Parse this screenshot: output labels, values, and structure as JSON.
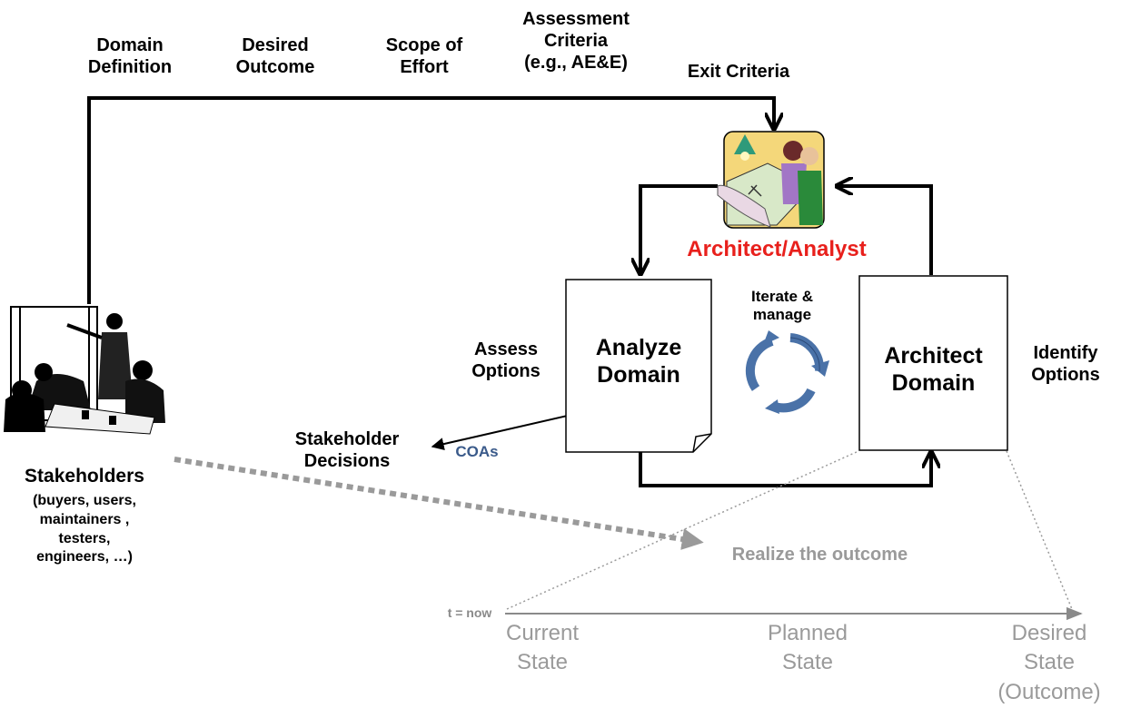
{
  "inputs": {
    "domain_definition": "Domain\nDefinition",
    "desired_outcome": "Desired\nOutcome",
    "scope_of_effort": "Scope of\nEffort",
    "assessment_criteria": "Assessment\nCriteria\n(e.g., AE&E)",
    "exit_criteria": "Exit Criteria"
  },
  "architect": {
    "label": "Architect/Analyst",
    "color": "#e8201c"
  },
  "boxes": {
    "analyze_domain": "Analyze\nDomain",
    "architect_domain": "Architect\nDomain"
  },
  "cycle": {
    "label": "Iterate &\nmanage",
    "color": "#4a72a8"
  },
  "side_labels": {
    "assess_options": "Assess\nOptions",
    "identify_options": "Identify\nOptions",
    "stakeholder_decisions": "Stakeholder\nDecisions",
    "coas": "COAs",
    "coas_color": "#3a5a8a"
  },
  "stakeholders": {
    "title": "Stakeholders",
    "detail": "(buyers, users,\nmaintainers ,\ntesters,\nengineers, …)"
  },
  "outcome": {
    "label": "Realize the outcome"
  },
  "timeline": {
    "start": "t = now",
    "current": "Current\nState",
    "planned": "Planned\nState",
    "desired": "Desired\nState\n(Outcome)"
  }
}
